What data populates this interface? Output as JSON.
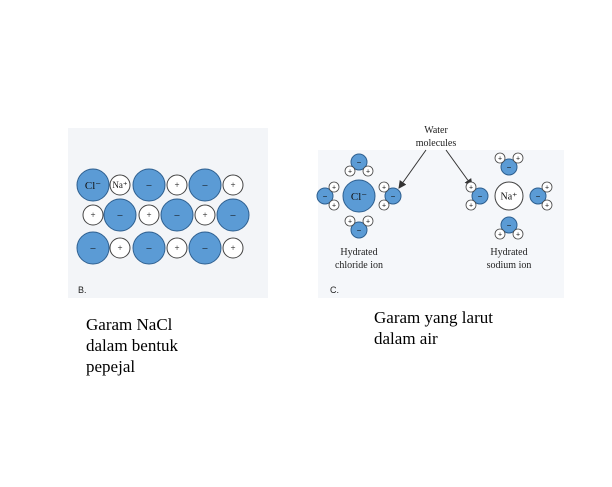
{
  "colors": {
    "anion_fill": "#5b9bd5",
    "anion_stroke": "#2e5f8f",
    "cation_fill": "#ffffff",
    "cation_stroke": "#444444",
    "panel_bg": "#f3f5f8"
  },
  "panel_b": {
    "label": "B.",
    "symbols": {
      "cl_ion": "Cl⁻",
      "na_ion": "Na⁺",
      "minus": "−",
      "plus": "+"
    },
    "lattice_rows": [
      [
        "anion",
        "cation",
        "anion",
        "cation",
        "anion",
        "cation"
      ],
      [
        "cation",
        "anion",
        "cation",
        "anion",
        "cation",
        "anion"
      ],
      [
        "anion",
        "cation",
        "anion",
        "cation",
        "anion",
        "cation"
      ]
    ],
    "caption_lines": [
      "Garam NaCl",
      "dalam bentuk",
      "pepejal"
    ]
  },
  "panel_c": {
    "label": "C.",
    "water_label_lines": [
      "Water",
      "molecules"
    ],
    "chloride_center": "Cl⁻",
    "sodium_center": "Na⁺",
    "hydrated_chloride_lines": [
      "Hydrated",
      "chloride ion"
    ],
    "hydrated_sodium_lines": [
      "Hydrated",
      "sodium ion"
    ],
    "caption_lines": [
      "Garam yang larut",
      "dalam air"
    ]
  }
}
